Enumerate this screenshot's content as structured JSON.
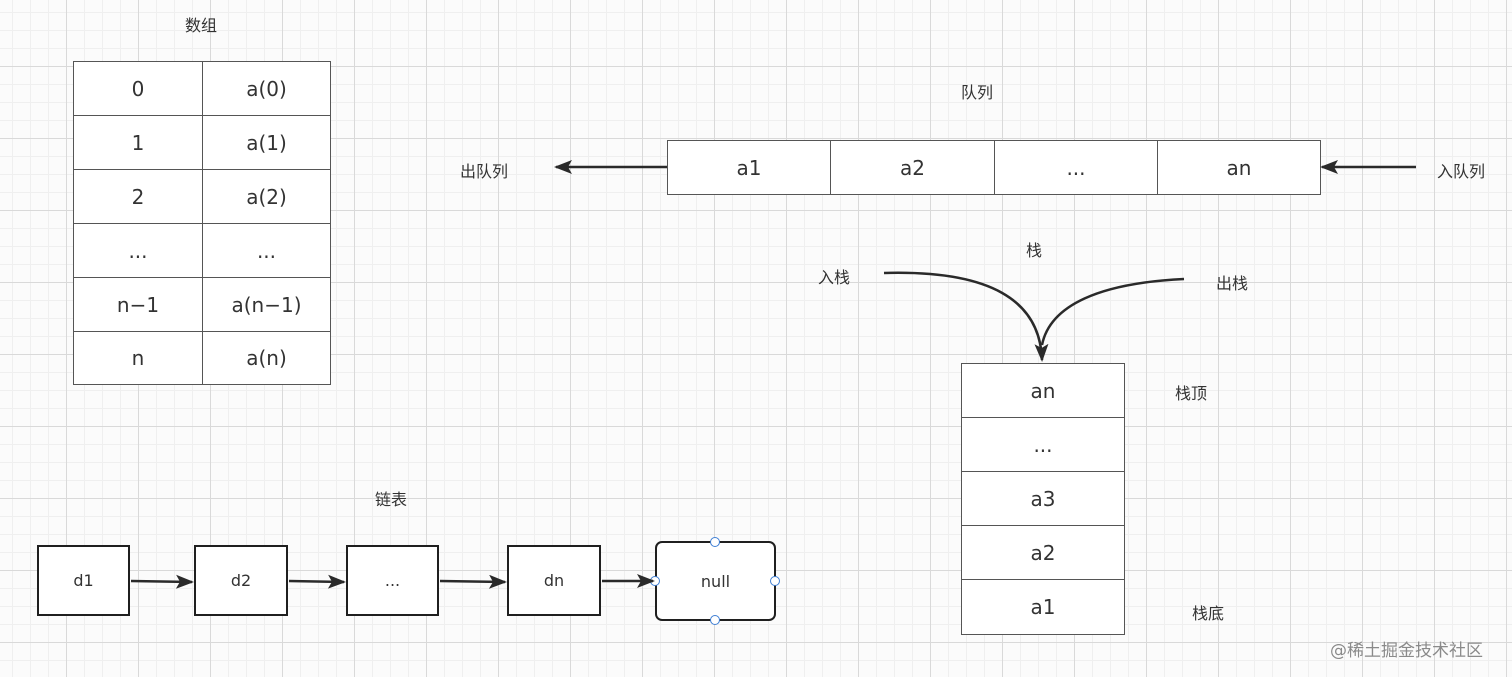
{
  "array": {
    "title": "数组",
    "rows": [
      {
        "index": "0",
        "value": "a(0)"
      },
      {
        "index": "1",
        "value": "a(1)"
      },
      {
        "index": "2",
        "value": "a(2)"
      },
      {
        "index": "...",
        "value": "..."
      },
      {
        "index": "n−1",
        "value": "a(n−1)"
      },
      {
        "index": "n",
        "value": "a(n)"
      }
    ]
  },
  "queue": {
    "title": "队列",
    "dequeue_label": "出队列",
    "enqueue_label": "入队列",
    "cells": [
      "a1",
      "a2",
      "...",
      "an"
    ]
  },
  "stack": {
    "title": "栈",
    "push_label": "入栈",
    "pop_label": "出栈",
    "top_label": "栈顶",
    "bottom_label": "栈底",
    "cells": [
      "an",
      "...",
      "a3",
      "a2",
      "a1"
    ]
  },
  "linked_list": {
    "title": "链表",
    "nodes": [
      "d1",
      "d2",
      "...",
      "dn",
      "null"
    ]
  },
  "watermark": "@稀土掘金技术社区",
  "colors": {
    "grid_major": "#d9d9d9",
    "grid_minor": "#efefef",
    "line": "#2a2a2a",
    "selection_handle": "#3f7fd4"
  }
}
